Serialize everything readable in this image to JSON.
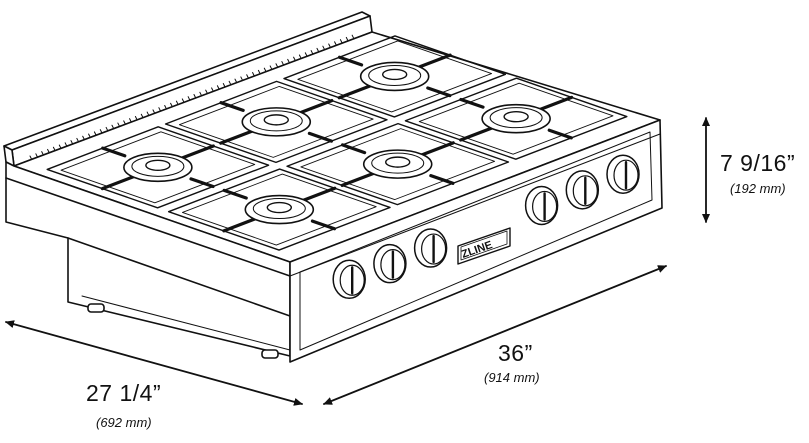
{
  "product": {
    "brand": "ZLINE"
  },
  "dimensions": {
    "height": {
      "label": "7 9/16”",
      "metric": "(192 mm)"
    },
    "width": {
      "label": "36”",
      "metric": "(914 mm)"
    },
    "depth": {
      "label": "27 1/4”",
      "metric": "(692 mm)"
    }
  },
  "colors": {
    "line": "#111111",
    "background": "#ffffff"
  }
}
